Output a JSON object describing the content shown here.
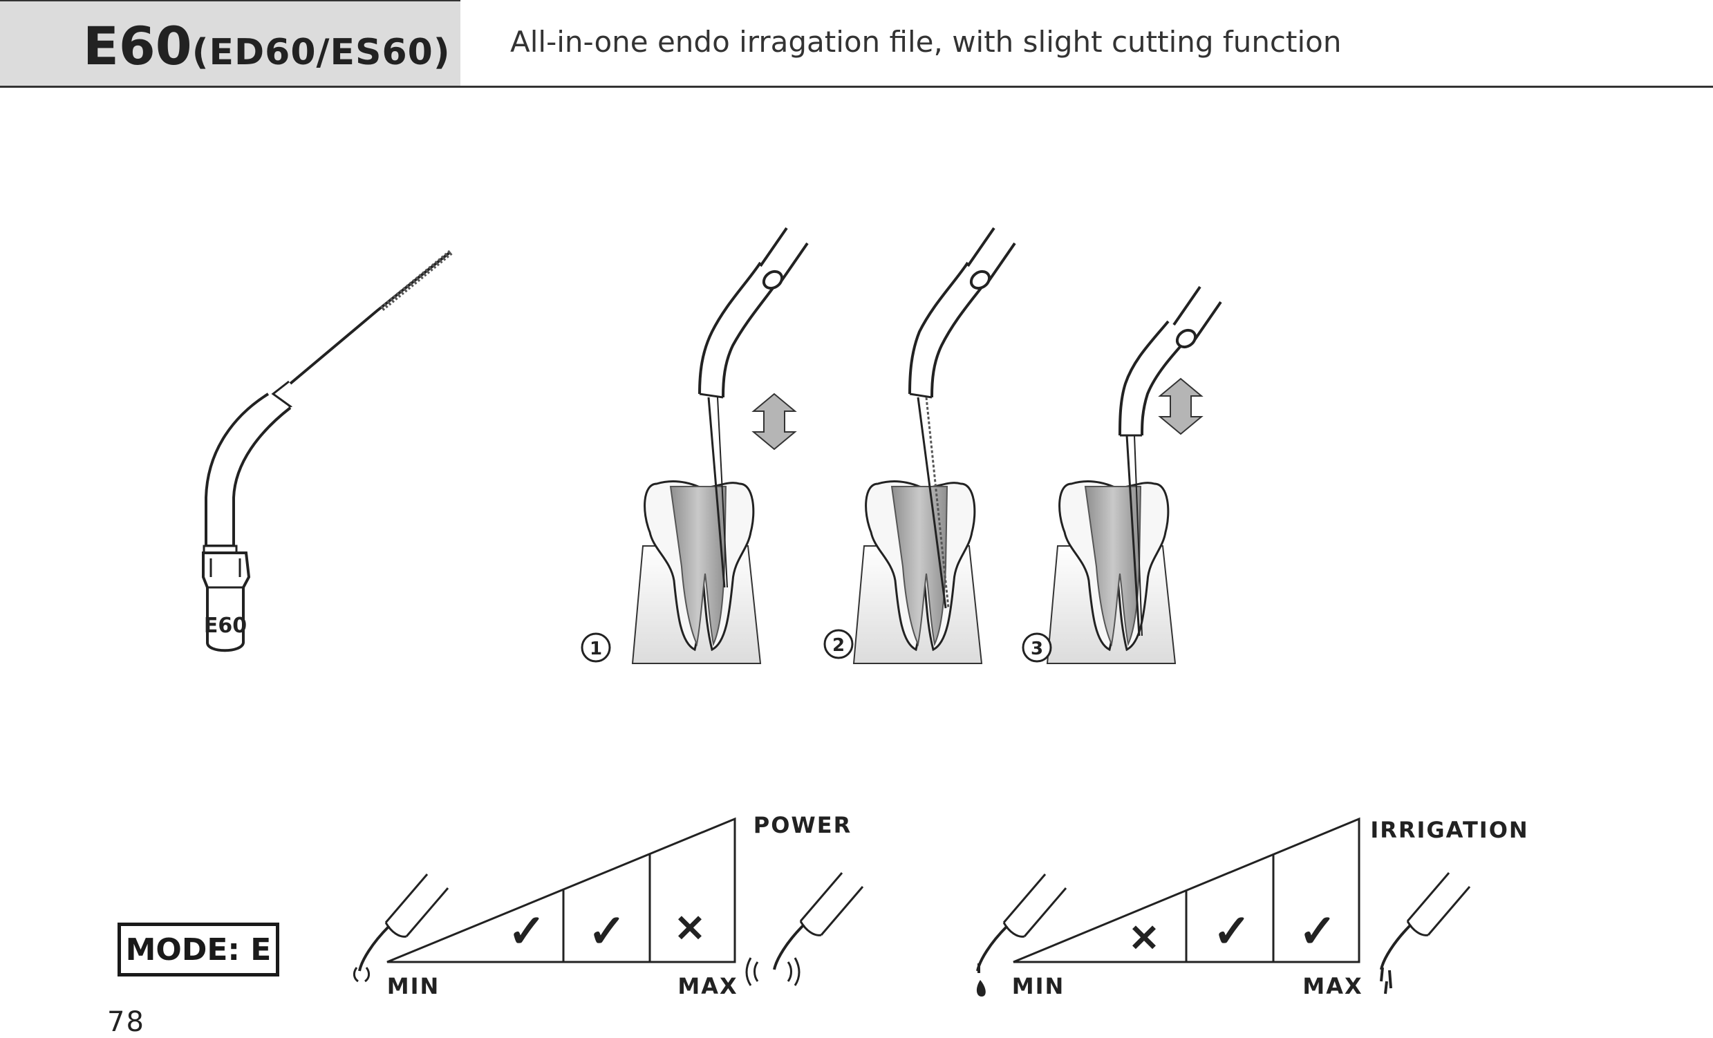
{
  "header": {
    "model": "E60",
    "variants": "(ED60/ES60)",
    "subtitle": "All-in-one endo irragation file, with slight cutting function"
  },
  "tip_label": "E60",
  "steps": [
    {
      "number": "1"
    },
    {
      "number": "2"
    },
    {
      "number": "3"
    }
  ],
  "mode": "MODE: E",
  "power_scale": {
    "title": "POWER",
    "min": "MIN",
    "max": "MAX",
    "levels": [
      "✓",
      "✓",
      "✕"
    ]
  },
  "irrigation_scale": {
    "title": "IRRIGATION",
    "min": "MIN",
    "max": "MAX",
    "levels": [
      "✕",
      "✓",
      "✓"
    ]
  },
  "page_number": "78"
}
